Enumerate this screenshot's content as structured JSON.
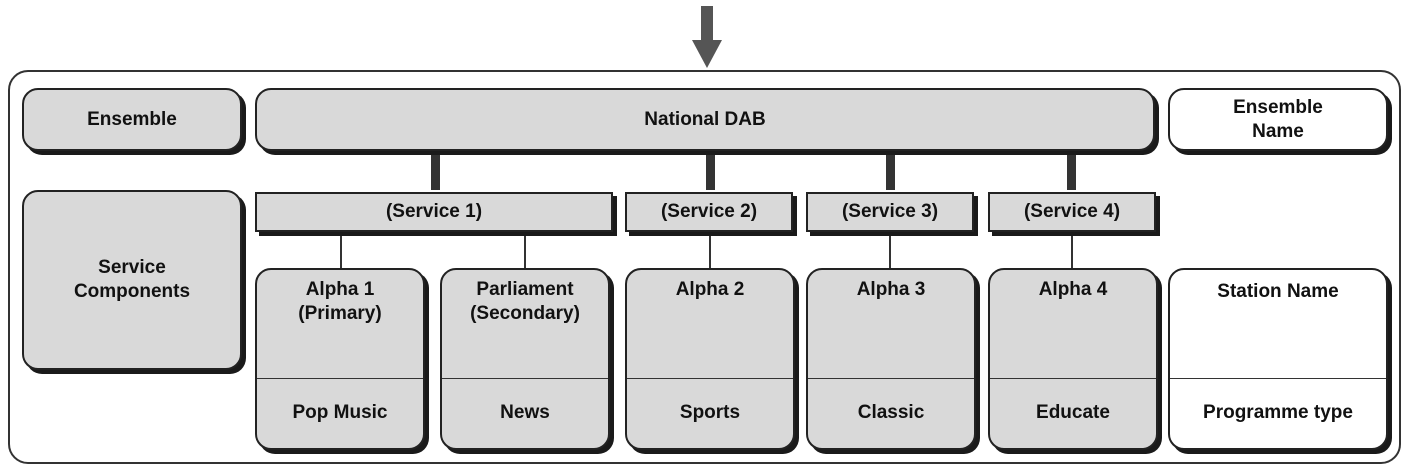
{
  "ensemble": {
    "label": "Ensemble",
    "name": "National DAB",
    "name_label": "Ensemble\nName"
  },
  "services": {
    "row_label": "Service\nComponents",
    "items": [
      {
        "label": "(Service 1)"
      },
      {
        "label": "(Service 2)"
      },
      {
        "label": "(Service 3)"
      },
      {
        "label": "(Service 4)"
      }
    ]
  },
  "components": [
    {
      "station": "Alpha 1\n(Primary)",
      "programme": "Pop Music"
    },
    {
      "station": "Parliament\n(Secondary)",
      "programme": "News"
    },
    {
      "station": "Alpha 2",
      "programme": "Sports"
    },
    {
      "station": "Alpha 3",
      "programme": "Classic"
    },
    {
      "station": "Alpha 4",
      "programme": "Educate"
    }
  ],
  "legend": {
    "station_label": "Station Name",
    "programme_label": "Programme type"
  },
  "colors": {
    "box_fill": "#d9d9d9",
    "outline": "#222222",
    "white_fill": "#ffffff"
  }
}
